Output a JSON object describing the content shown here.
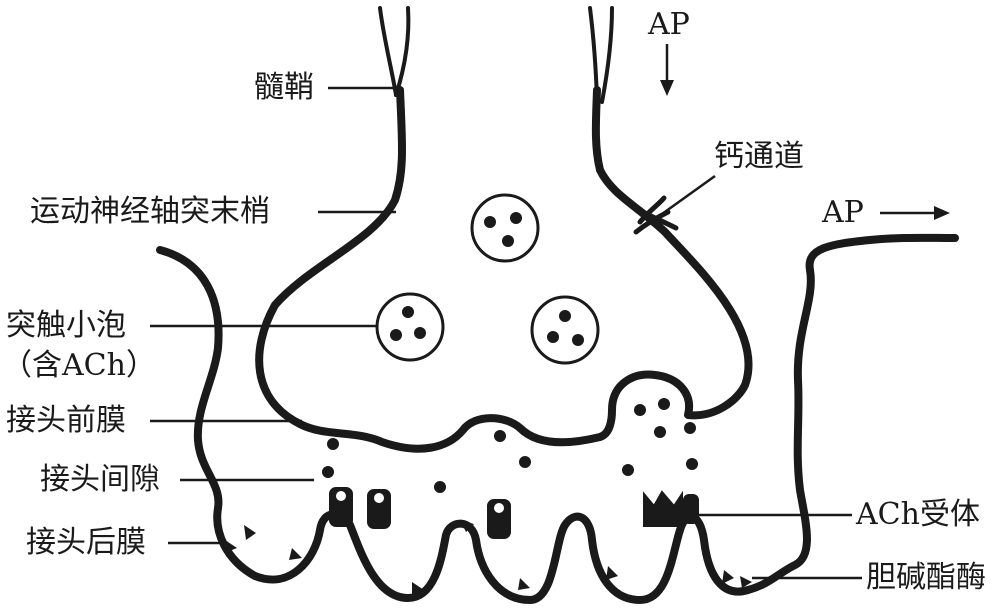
{
  "labels": {
    "myelin": "髓鞘",
    "axon_terminal": "运动神经轴突末梢",
    "vesicle_line1": "突触小泡",
    "vesicle_line2": "（含ACh）",
    "presynaptic": "接头前膜",
    "cleft": "接头间隙",
    "postsynaptic": "接头后膜",
    "ap_top": "AP",
    "ap_right": "AP",
    "calcium_channel": "钙通道",
    "ach_receptor": "ACh受体",
    "cholinesterase": "胆碱酯酶"
  },
  "colors": {
    "stroke": "#1a1a1a",
    "vesicle_fill": "#ffffff",
    "background": "#ffffff"
  }
}
